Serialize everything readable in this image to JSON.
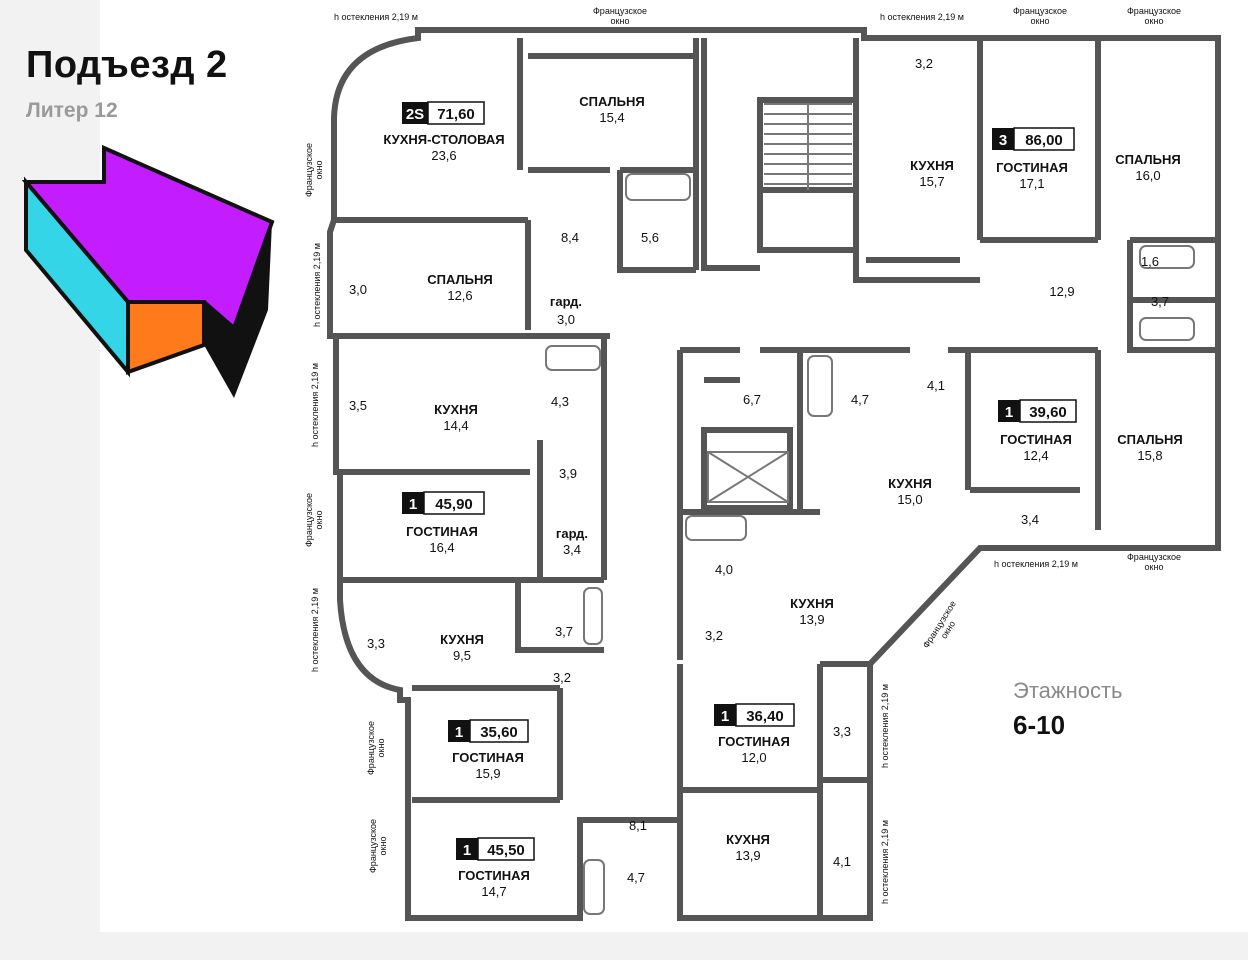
{
  "header": {
    "title": "Подъезд 2",
    "subtitle": "Литер 12"
  },
  "floors": {
    "label": "Этажность",
    "value": "6-10"
  },
  "notes": {
    "glazing": "h остекления 2,19 м",
    "french_window_1": "Французское",
    "french_window_2": "окно"
  },
  "colors": {
    "compass_top": "#c21cff",
    "compass_side": "#33d5e6",
    "compass_front": "#ff7a1a"
  },
  "apartments": [
    {
      "type": "2S",
      "area": "71,60"
    },
    {
      "type": "3",
      "area": "86,00"
    },
    {
      "type": "1",
      "area": "45,90"
    },
    {
      "type": "1",
      "area": "39,60"
    },
    {
      "type": "1",
      "area": "35,60"
    },
    {
      "type": "1",
      "area": "36,40"
    },
    {
      "type": "1",
      "area": "45,50"
    }
  ],
  "rooms": [
    {
      "label": "КУХНЯ-СТОЛОВАЯ",
      "area": "23,6"
    },
    {
      "label": "СПАЛЬНЯ",
      "area": "15,4"
    },
    {
      "label": "",
      "area": "8,4"
    },
    {
      "label": "",
      "area": "5,6"
    },
    {
      "label": "СПАЛЬНЯ",
      "area": "12,6"
    },
    {
      "label": "",
      "area": "3,0"
    },
    {
      "label": "гард.",
      "area": "3,0"
    },
    {
      "label": "",
      "area": "3,2"
    },
    {
      "label": "КУХНЯ",
      "area": "15,7"
    },
    {
      "label": "ГОСТИНАЯ",
      "area": "17,1"
    },
    {
      "label": "СПАЛЬНЯ",
      "area": "16,0"
    },
    {
      "label": "",
      "area": "1,6"
    },
    {
      "label": "",
      "area": "12,9"
    },
    {
      "label": "",
      "area": "3,7"
    },
    {
      "label": "",
      "area": "3,5"
    },
    {
      "label": "КУХНЯ",
      "area": "14,4"
    },
    {
      "label": "",
      "area": "4,3"
    },
    {
      "label": "",
      "area": "6,7"
    },
    {
      "label": "",
      "area": "4,7"
    },
    {
      "label": "",
      "area": "4,1"
    },
    {
      "label": "ГОСТИНАЯ",
      "area": "12,4"
    },
    {
      "label": "СПАЛЬНЯ",
      "area": "15,8"
    },
    {
      "label": "",
      "area": "3,9"
    },
    {
      "label": "ГОСТИНАЯ",
      "area": "16,4"
    },
    {
      "label": "гард.",
      "area": "3,4"
    },
    {
      "label": "КУХНЯ",
      "area": "15,0"
    },
    {
      "label": "",
      "area": "3,4"
    },
    {
      "label": "",
      "area": "4,0"
    },
    {
      "label": "КУХНЯ",
      "area": "13,9"
    },
    {
      "label": "",
      "area": "3,3"
    },
    {
      "label": "КУХНЯ",
      "area": "9,5"
    },
    {
      "label": "",
      "area": "3,7"
    },
    {
      "label": "",
      "area": "3,2"
    },
    {
      "label": "",
      "area": "3,2"
    },
    {
      "label": "ГОСТИНАЯ",
      "area": "15,9"
    },
    {
      "label": "ГОСТИНАЯ",
      "area": "12,0"
    },
    {
      "label": "",
      "area": "3,3"
    },
    {
      "label": "",
      "area": "8,1"
    },
    {
      "label": "ГОСТИНАЯ",
      "area": "14,7"
    },
    {
      "label": "",
      "area": "4,7"
    },
    {
      "label": "КУХНЯ",
      "area": "13,9"
    },
    {
      "label": "",
      "area": "4,1"
    }
  ]
}
